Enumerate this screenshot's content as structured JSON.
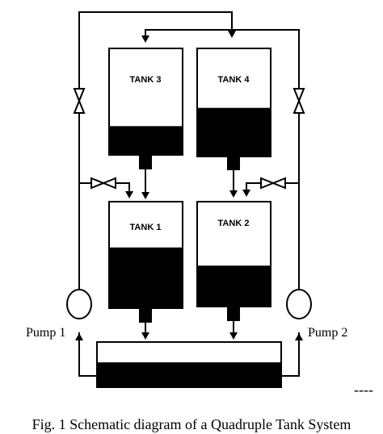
{
  "tanks": {
    "tank3": {
      "label": "TANK 3",
      "water_level": 0.27
    },
    "tank4": {
      "label": "TANK 4",
      "water_level": 0.45
    },
    "tank1": {
      "label": "TANK 1",
      "water_level": 0.57
    },
    "tank2": {
      "label": "TANK 2",
      "water_level": 0.39
    }
  },
  "pumps": {
    "pump1": {
      "label": "Pump 1"
    },
    "pump2": {
      "label": "Pump 2"
    }
  },
  "reservoir": {
    "water_level": 0.55
  },
  "caption": "Fig. 1 Schematic diagram of a Quadruple Tank System",
  "edge_mark": "----",
  "colors": {
    "water": "#000000",
    "line": "#000000",
    "background": "#ffffff"
  }
}
